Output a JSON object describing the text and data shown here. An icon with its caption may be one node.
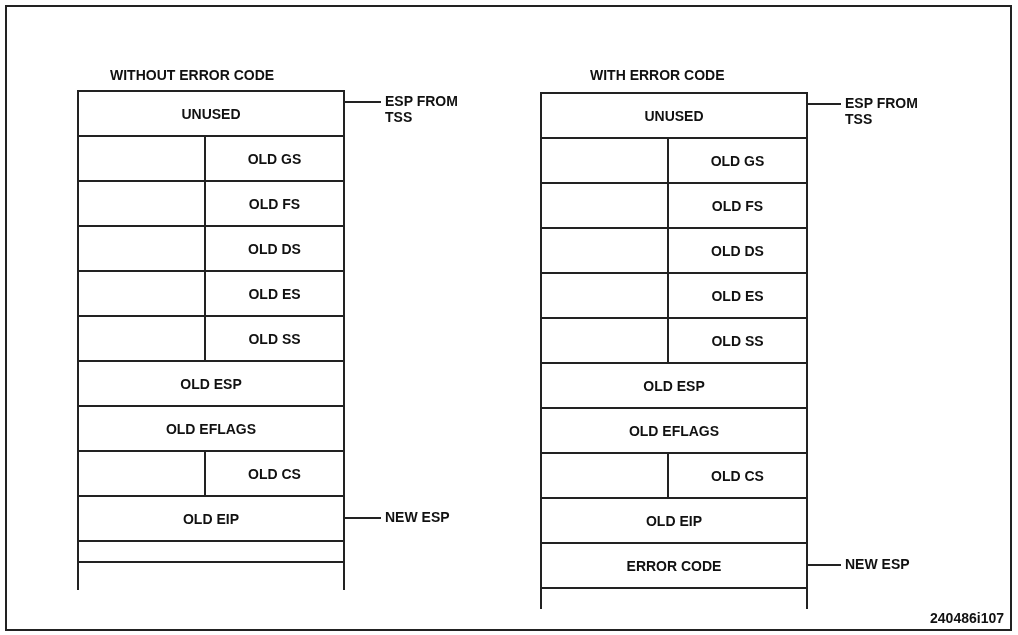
{
  "diagram": {
    "nodes": [
      {
        "text": [
          "UNUSED"
        ]
      },
      {
        "text": [],
        "shape": "box"
      },
      {
        "text": [
          "OLD GS"
        ]
      },
      {
        "text": [],
        "shape": "box"
      },
      {
        "text": [
          "OLD FS"
        ]
      },
      {
        "text": [],
        "shape": "box"
      },
      {
        "text": [
          "OLD DS"
        ]
      },
      {
        "text": [],
        "shape": "box"
      },
      {
        "text": [
          "OLD ES"
        ]
      },
      {
        "text": [],
        "shape": "box"
      },
      {
        "text": [
          "OLD SS"
        ]
      },
      {
        "text": [
          "OLD ESP"
        ]
      },
      {
        "text": [
          "OLD EFLAGS"
        ]
      },
      {
        "text": [],
        "shape": "box"
      },
      {
        "text": [
          "OLD CS"
        ]
      },
      {
        "text": [
          "OLD EIP"
        ]
      },
      {
        "text": [
          "ESP FROM TSS"
        ]
      },
      {
        "text": [
          "NEW ESP"
        ]
      },
      {
        "text": [
          "UNUSED"
        ]
      },
      {
        "text": [],
        "shape": "box"
      },
      {
        "text": [
          "OLD GS"
        ]
      },
      {
        "text": [],
        "shape": "box"
      },
      {
        "text": [
          "OLD FS"
        ]
      },
      {
        "text": [],
        "shape": "box"
      },
      {
        "text": [
          "OLD DS"
        ]
      },
      {
        "text": [],
        "shape": "box"
      },
      {
        "text": [
          "OLD ES"
        ]
      },
      {
        "text": [],
        "shape": "box"
      },
      {
        "text": [
          "OLD SS"
        ]
      },
      {
        "text": [
          "OLD ESP"
        ]
      },
      {
        "text": [
          "OLD EFLAGS"
        ]
      },
      {
        "text": [],
        "shape": "box"
      },
      {
        "text": [
          "OLD CS"
        ]
      },
      {
        "text": [
          "OLD EIP"
        ]
      },
      {
        "text": [
          "ERROR CODE"
        ]
      },
      {
        "text": [
          "ESP FROM TSS"
        ]
      },
      {
        "text": [
          "NEW ESP"
        ]
      }
    ],
    "edges": [
      {
        "from": 16,
        "to": 0,
        "arrow": "none"
      },
      {
        "from": 17,
        "to": 15,
        "arrow": "none"
      },
      {
        "from": 35,
        "to": 18,
        "arrow": "none"
      },
      {
        "from": 36,
        "to": 34,
        "arrow": "none"
      }
    ],
    "labels": [
      "WITHOUT ERROR CODE",
      "WITH ERROR CODE",
      "240486i107"
    ]
  }
}
